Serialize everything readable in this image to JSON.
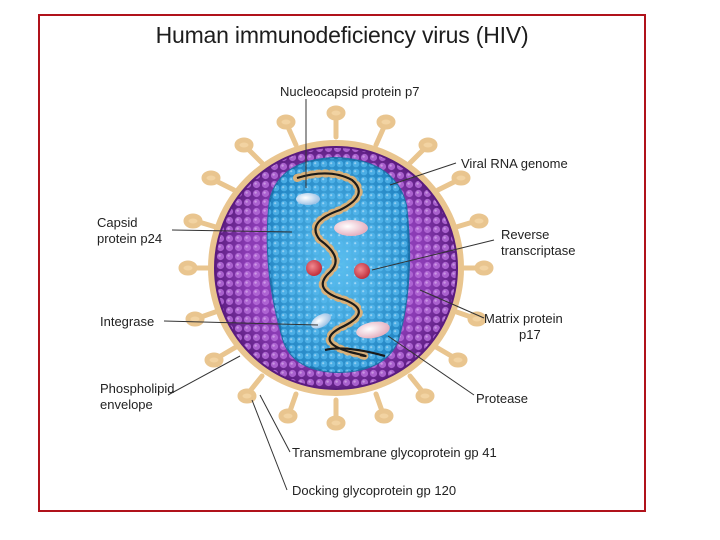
{
  "title": "Human immunodeficiency virus (HIV)",
  "labels": {
    "nucleocapsid": "Nucleocapsid protein p7",
    "rna": "Viral RNA genome",
    "capsid_line1": "Capsid",
    "capsid_line2": "protein p24",
    "reverse_line1": "Reverse",
    "reverse_line2": "transcriptase",
    "integrase": "Integrase",
    "matrix_line1": "Matrix protein",
    "matrix_line2": "p17",
    "phospholipid_line1": "Phospholipid",
    "phospholipid_line2": "envelope",
    "protease": "Protease",
    "gp41": "Transmembrane glycoprotein gp 41",
    "gp120": "Docking glycoprotein gp 120"
  },
  "colors": {
    "frame": "#b0121b",
    "envelope": "#e9c58f",
    "matrix": "#7b2fa0",
    "capsid": "#2e9ad6",
    "rna": "#1a1a1a",
    "reverse_transcriptase": "#d44050"
  }
}
